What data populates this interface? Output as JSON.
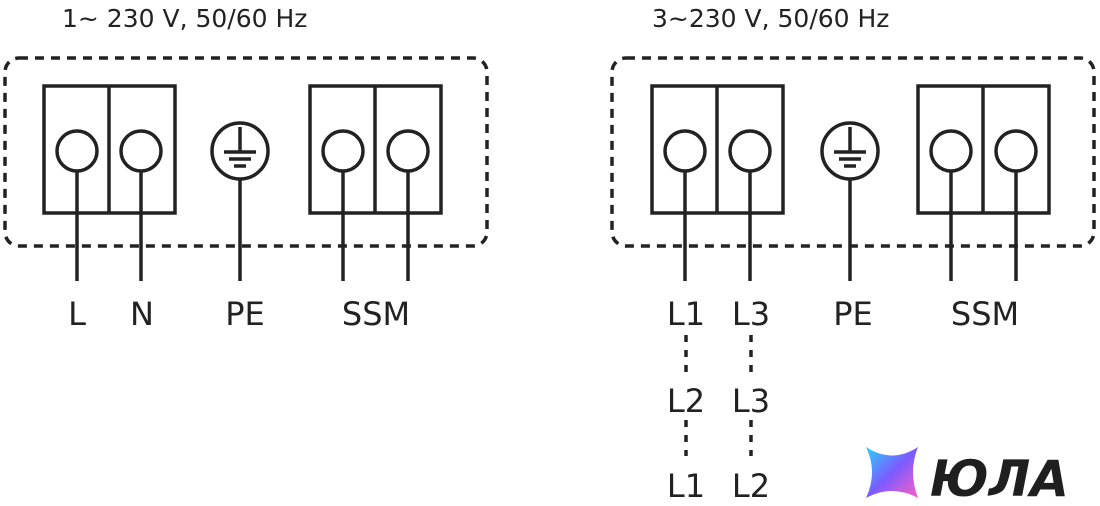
{
  "left_panel": {
    "title": "1~ 230 V, 50/60 Hz",
    "labels": {
      "l": "L",
      "n": "N",
      "pe": "PE",
      "ssm": "SSM"
    }
  },
  "right_panel": {
    "title": "3~230 V, 50/60 Hz",
    "labels": {
      "l1": "L1",
      "l3": "L3",
      "pe": "PE",
      "ssm": "SSM"
    },
    "alternatives": [
      {
        "left": "L2",
        "right": "L3"
      },
      {
        "left": "L1",
        "right": "L2"
      }
    ]
  },
  "logo": {
    "text": "ЮЛА",
    "colors": [
      "#7b5cff",
      "#ff5ec4",
      "#29d3ff"
    ]
  },
  "colors": {
    "line": "#222222",
    "background": "#ffffff"
  }
}
